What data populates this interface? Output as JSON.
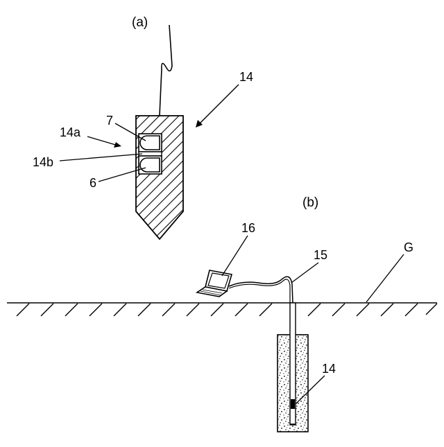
{
  "panel_a": {
    "label": "(a)",
    "probe_ref": "14",
    "part_a_ref": "14a",
    "part_b_ref": "14b",
    "sensor_upper_ref": "7",
    "sensor_lower_ref": "6"
  },
  "panel_b": {
    "label": "(b)",
    "computer_ref": "16",
    "cable_ref": "15",
    "ground_ref": "G",
    "probe_ref": "14"
  }
}
